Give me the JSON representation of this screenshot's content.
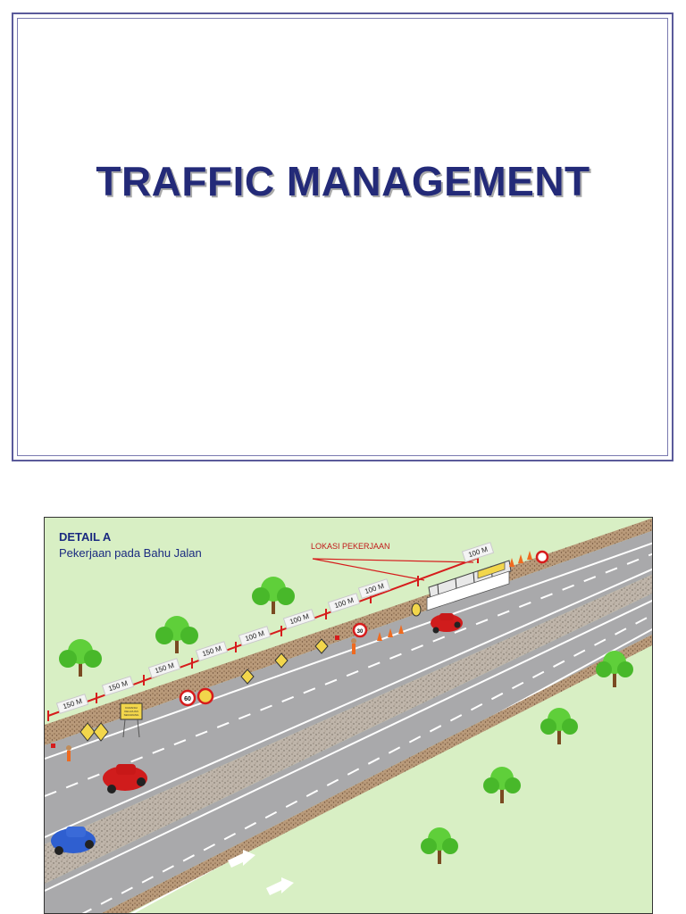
{
  "slide": {
    "title": "TRAFFIC MANAGEMENT"
  },
  "diagram": {
    "detail_title": "DETAIL A",
    "detail_subtitle": "Pekerjaan pada Bahu Jalan",
    "work_location_label": "LOKASI PEKERJAAN",
    "distance_markers": [
      "150 M",
      "150 M",
      "150 M",
      "150 M",
      "100 M",
      "100 M",
      "100 M",
      "100 M",
      "100 M"
    ],
    "sign_labels": {
      "speed_limit_1": "60",
      "speed_limit_2": "30"
    },
    "colors": {
      "grass": "#d8efc4",
      "road": "#a9a9ab",
      "median": "#bdb3a8",
      "soil": "#b99a7a",
      "marker_line": "#d61c1c",
      "title": "#232a78"
    }
  }
}
